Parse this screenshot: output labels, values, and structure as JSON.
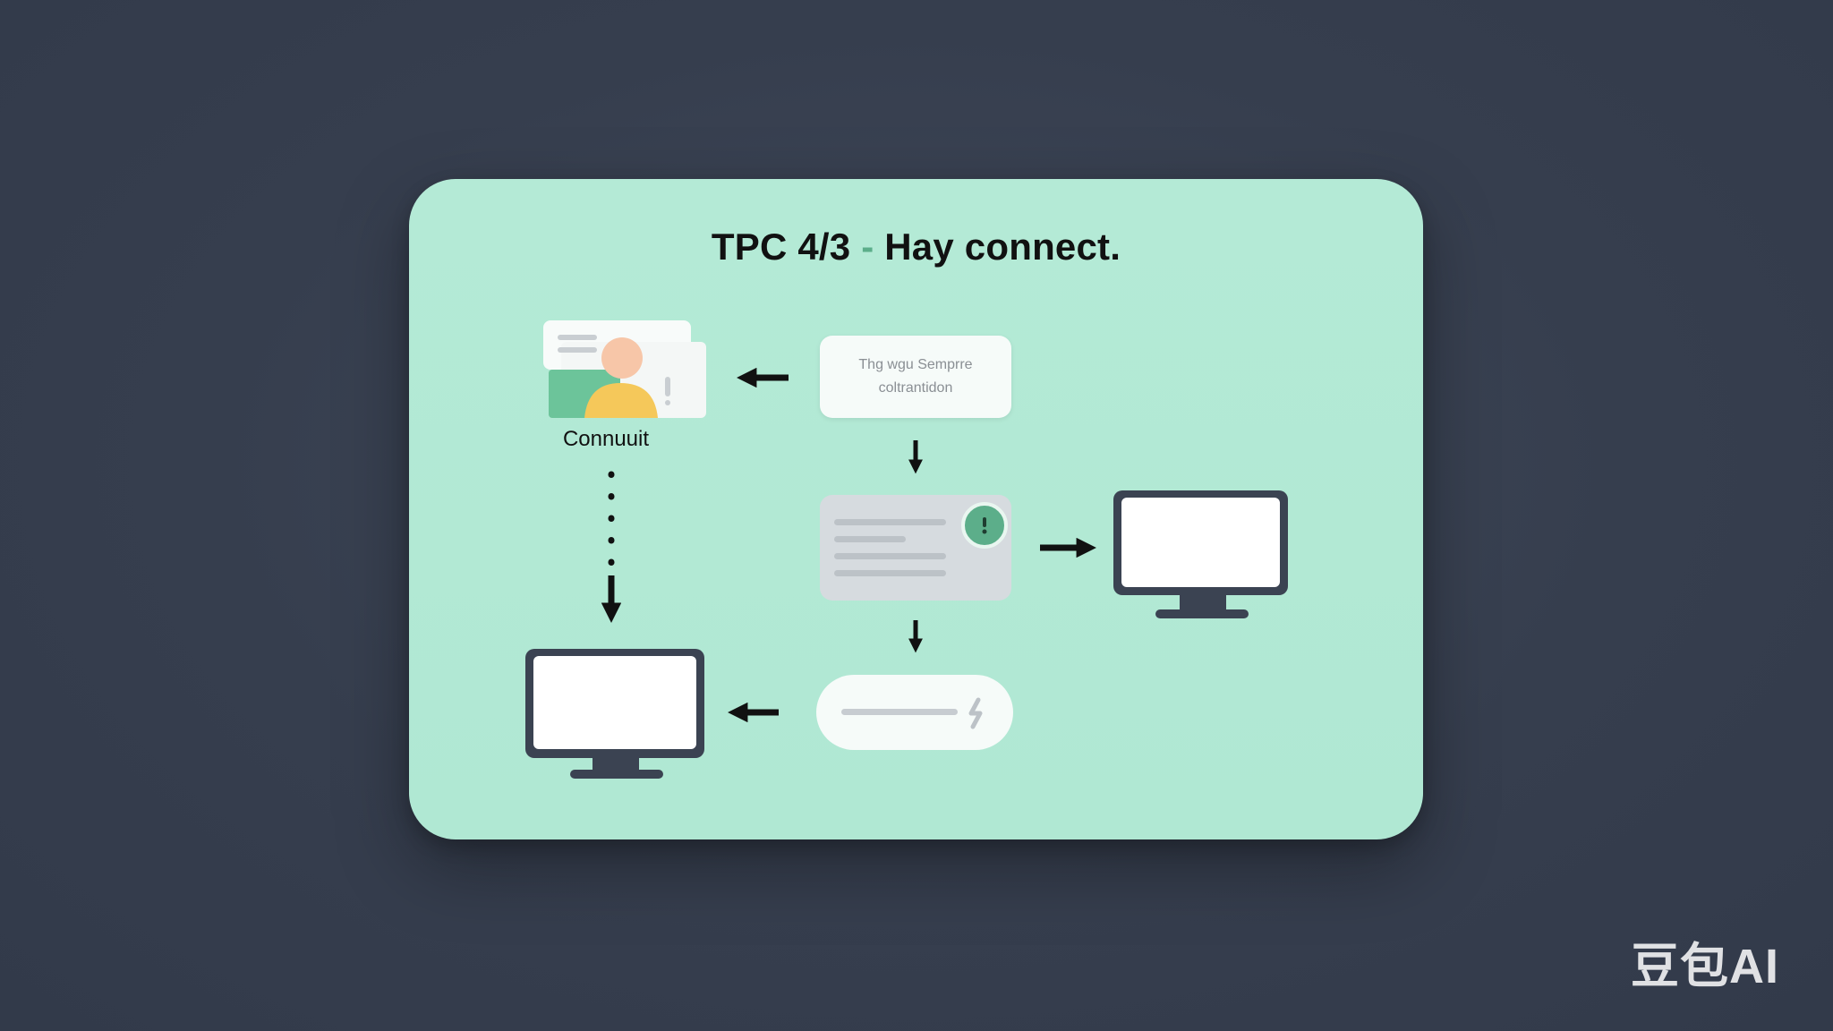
{
  "diagram": {
    "title_left": "TPC 4/3",
    "title_separator": "-",
    "title_right": "Hay connect.",
    "nodes": {
      "user": {
        "label": "Connuuit",
        "icon": "user-profile-icon"
      },
      "text_box": {
        "line1": "Thg wgu Semprre",
        "line2": "coltrantidon"
      },
      "panel": {
        "icon": "info-badge-icon"
      },
      "monitor_right": {
        "icon": "monitor-icon"
      },
      "monitor_left": {
        "icon": "monitor-icon"
      },
      "pill": {
        "icon": "lightning-icon"
      }
    },
    "colors": {
      "background": "#363e4e",
      "card": "#b4ead6",
      "accent_green": "#5cae8a",
      "avatar_yellow": "#f5c85a",
      "avatar_skin": "#f7c6a8",
      "monitor_dark": "#3b4352"
    }
  },
  "watermark": "豆包AI"
}
